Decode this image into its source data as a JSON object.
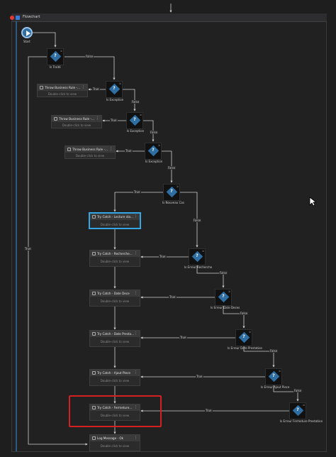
{
  "header": {
    "title": "Flowchart"
  },
  "start": {
    "label": "Start"
  },
  "nodes": {
    "throw1": {
      "title": "Throw Business Rule -...",
      "sub": "Double-click to view"
    },
    "throw2": {
      "title": "Throw Business Rule -...",
      "sub": "Double-click to view"
    },
    "throw3": {
      "title": "Throw Business Rule -...",
      "sub": "Double-click to view"
    },
    "tc1": {
      "title": "Try Catch - Lecture sta...",
      "sub": "Double-click to view"
    },
    "tc2": {
      "title": "Try Catch - Recherche...",
      "sub": "Double-click to view"
    },
    "tc3": {
      "title": "Try Catch - Date Dece",
      "sub": "Double-click to view"
    },
    "tc4": {
      "title": "Try Catch - Date Presta...",
      "sub": "Double-click to view"
    },
    "tc5": {
      "title": "Try Catch - Ajout Piece",
      "sub": "Double-click to view"
    },
    "tc6": {
      "title": "Try Catch - Fermeture...",
      "sub": "Double-click to view"
    },
    "log": {
      "title": "Log Message - Ok",
      "sub": "Double-click to view"
    }
  },
  "decisions": {
    "d1": "Is Traité",
    "d2": "Is Exception",
    "d3": "Is Exception",
    "d4": "Is Exception",
    "d5": "Is Nouveau Cas",
    "d6": "Is Erreur Recherche",
    "d7": "Is Erreur Date Deces",
    "d8": "Is Erreur Date Prestation",
    "d9": "Is Erreur Ajout Piece",
    "d10": "Is Erreur Fermeture Prestation"
  },
  "edge_labels": {
    "true": "True",
    "false": "False"
  }
}
